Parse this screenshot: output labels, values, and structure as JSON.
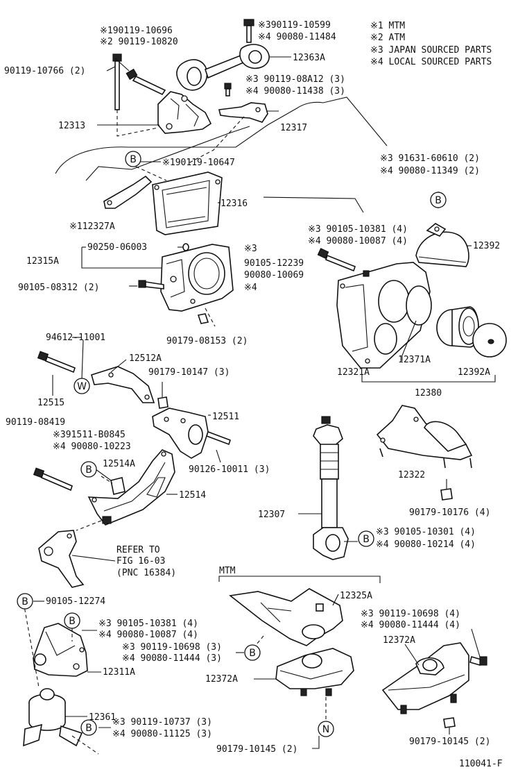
{
  "legend": [
    "※1 MTM",
    "※2 ATM",
    "※3 JAPAN SOURCED PARTS",
    "※4 LOCAL SOURCED PARTS"
  ],
  "labels": {
    "l01": "※190119-10696",
    "l02": "※2 90119-10820",
    "l03": "90119-10766 (2)",
    "l04": "12313",
    "l05": "※390119-10599",
    "l06": "※4 90080-11484",
    "l07": "12363A",
    "l08": "※3 90119-08A12 (3)",
    "l09": "※4 90080-11438 (3)",
    "l10": "12317",
    "l11": "※190119-10647",
    "l12": "12316",
    "l13": "※112327A",
    "l14": "90250-06003",
    "l15": "12315A",
    "l16": "※3",
    "l17": "90105-12239",
    "l18": "90080-10069",
    "l19": "※4",
    "l20": "90105-08312 (2)",
    "l21": "90179-08153 (2)",
    "l22": "※3 91631-60610 (2)",
    "l23": "※4 90080-11349 (2)",
    "l24": "※3 90105-10381 (4)",
    "l25": "※4 90080-10087 (4)",
    "l26": "12392",
    "l27": "12321A",
    "l28": "12371A",
    "l29": "12392A",
    "l30": "12380",
    "l31": "94612-11001",
    "l32": "12512A",
    "l33": "90179-10147 (3)",
    "l34": "12515",
    "l35": "12511",
    "l36": "90119-08419",
    "l37": "※391511-B0845",
    "l38": "※4 90080-10223",
    "l39": "12514A",
    "l40": "90126-10011 (3)",
    "l41": "12514",
    "l42": "REFER TO",
    "l43": "FIG 16-03",
    "l44": "(PNC 16384)",
    "l45": "12307",
    "l46": "12322",
    "l47": "90179-10176 (4)",
    "l48": "※3 90105-10301 (4)",
    "l49": "※4 90080-10214 (4)",
    "l50": "MTM",
    "l51": "12325A",
    "l52": "90105-12274",
    "l53": "※3 90105-10381 (4)",
    "l54": "※4 90080-10087 (4)",
    "l55": "※3 90119-10698 (3)",
    "l56": "※4 90080-11444 (3)",
    "l57": "12311A",
    "l58": "12372A",
    "l59": "12361",
    "l60": "※3 90119-10737 (3)",
    "l61": "※4 90080-11125 (3)",
    "l62": "90179-10145 (2)",
    "l63": "※3 90119-10698 (4)",
    "l64": "※4 90080-11444 (4)",
    "l65": "12372A",
    "l66": "90179-10145 (2)",
    "l67": "110041-F"
  },
  "callouts": {
    "b": "B",
    "w": "W",
    "n": "N"
  }
}
